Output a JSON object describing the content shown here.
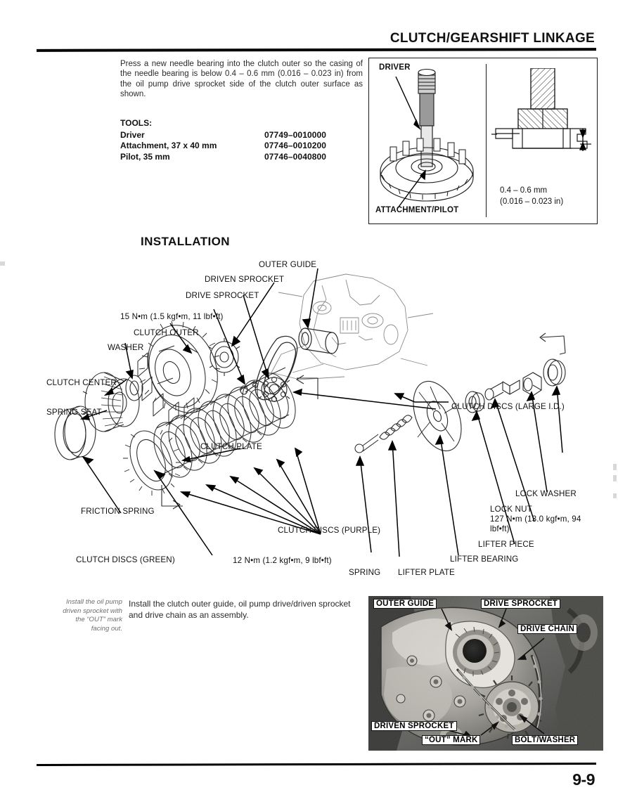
{
  "header": {
    "title": "CLUTCH/GEARSHIFT LINKAGE",
    "page_number": "9-9"
  },
  "intro": {
    "paragraph": "Press a new needle bearing into the clutch outer so the casing of the needle bearing is below 0.4 – 0.6 mm (0.016 – 0.023 in) from the oil pump drive sprocket side of the clutch outer surface as shown.",
    "tools_heading": "TOOLS:",
    "tools": [
      {
        "name": "Driver",
        "number": "07749–0010000"
      },
      {
        "name": "Attachment, 37 x 40 mm",
        "number": "07746–0010200"
      },
      {
        "name": "Pilot, 35 mm",
        "number": "07746–0040800"
      }
    ]
  },
  "figure_needle_bearing": {
    "labels": {
      "driver": "DRIVER",
      "attachment_pilot": "ATTACHMENT/PILOT"
    },
    "spec_mm": "0.4 – 0.6 mm",
    "spec_in": "(0.016 – 0.023 in)"
  },
  "installation": {
    "heading": "INSTALLATION",
    "callouts": [
      {
        "id": "outer-guide",
        "text": "OUTER GUIDE"
      },
      {
        "id": "driven-sprocket",
        "text": "DRIVEN SPROCKET"
      },
      {
        "id": "drive-sprocket",
        "text": "DRIVE SPROCKET"
      },
      {
        "id": "torque-15",
        "text": "15 N•m (1.5 kgf•m, 11 lbf•ft)"
      },
      {
        "id": "clutch-outer",
        "text": "CLUTCH OUTER"
      },
      {
        "id": "washer",
        "text": "WASHER"
      },
      {
        "id": "clutch-center",
        "text": "CLUTCH CENTER"
      },
      {
        "id": "spring-seat",
        "text": "SPRING SEAT"
      },
      {
        "id": "clutch-plate",
        "text": "CLUTCH PLATE"
      },
      {
        "id": "friction-spring",
        "text": "FRICTION SPRING"
      },
      {
        "id": "clutch-discs-green",
        "text": "CLUTCH DISCS (GREEN)"
      },
      {
        "id": "clutch-discs-large-id",
        "text": "CLUTCH DISCS (LARGE I.D.)"
      },
      {
        "id": "clutch-discs-purple",
        "text": "CLUTCH DISCS\n(PURPLE)"
      },
      {
        "id": "torque-12",
        "text": "12 N•m (1.2 kgf•m, 9 lbf•ft)"
      },
      {
        "id": "spring",
        "text": "SPRING"
      },
      {
        "id": "lifter-plate",
        "text": "LIFTER PLATE"
      },
      {
        "id": "lifter-bearing",
        "text": "LIFTER BEARING"
      },
      {
        "id": "lifter-piece",
        "text": "LIFTER PIECE"
      },
      {
        "id": "lock-nut",
        "text": "LOCK NUT"
      },
      {
        "id": "lock-nut-torque",
        "text": "127 N•m (13.0 kgf•m,\n94 lbf•ft)"
      },
      {
        "id": "lock-washer",
        "text": "LOCK WASHER"
      }
    ]
  },
  "bottom": {
    "margin_note": "Install the oil pump driven sprocket with the “OUT” mark facing out.",
    "paragraph": "Install the clutch outer guide, oil pump drive/driven sprocket and drive chain as an assembly."
  },
  "figure_photo": {
    "tags": {
      "outer_guide": "OUTER GUIDE",
      "drive_sprocket": "DRIVE SPROCKET",
      "drive_chain": "DRIVE CHAIN",
      "driven_sprocket": "DRIVEN SPROCKET",
      "out_mark": "“OUT” MARK",
      "bolt_washer": "BOLT/WASHER"
    }
  },
  "colors": {
    "ink": "#111111",
    "rule": "#000000",
    "note_gray": "#6e6e6e"
  }
}
